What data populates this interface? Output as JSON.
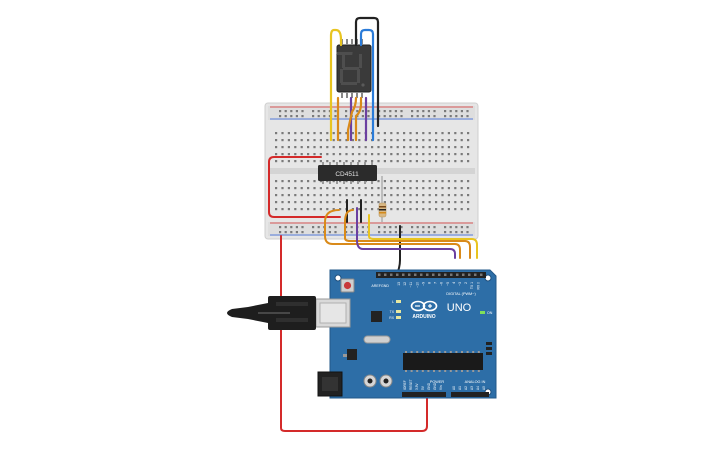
{
  "chip": {
    "label": "CD4511"
  },
  "board": {
    "brand": "ARDUINO",
    "model": "UNO",
    "digital_label": "DIGITAL (PWM~)",
    "power_label": "POWER",
    "analog_label": "ANALOG IN",
    "on_label": "ON",
    "tx_label": "TX",
    "rx_label": "RX",
    "l_label": "L",
    "aref_label": "AREF",
    "gnd_label": "GND",
    "ioref_label": "IOREF",
    "reset_label": "RESET",
    "v33_label": "3.3V",
    "v5_label": "5V",
    "vin_label": "Vin",
    "a_labels": [
      "A0",
      "A1",
      "A2",
      "A3",
      "A4",
      "A5"
    ],
    "digital_pins": [
      "13",
      "12",
      "~11",
      "~10",
      "~9",
      "8",
      "7",
      "~6",
      "~5",
      "4",
      "~3",
      "2",
      "TX 1",
      "RX 0"
    ]
  },
  "colors": {
    "board": "#2d6ea7",
    "breadboard": "#e8e8e8",
    "wire_red": "#d42a2a",
    "wire_orange": "#d98a1a",
    "wire_purple": "#6b3fa0",
    "wire_yellow": "#e8c420",
    "wire_blue": "#2a7bd8",
    "wire_black": "#222222",
    "display_body": "#3a3a3a"
  }
}
